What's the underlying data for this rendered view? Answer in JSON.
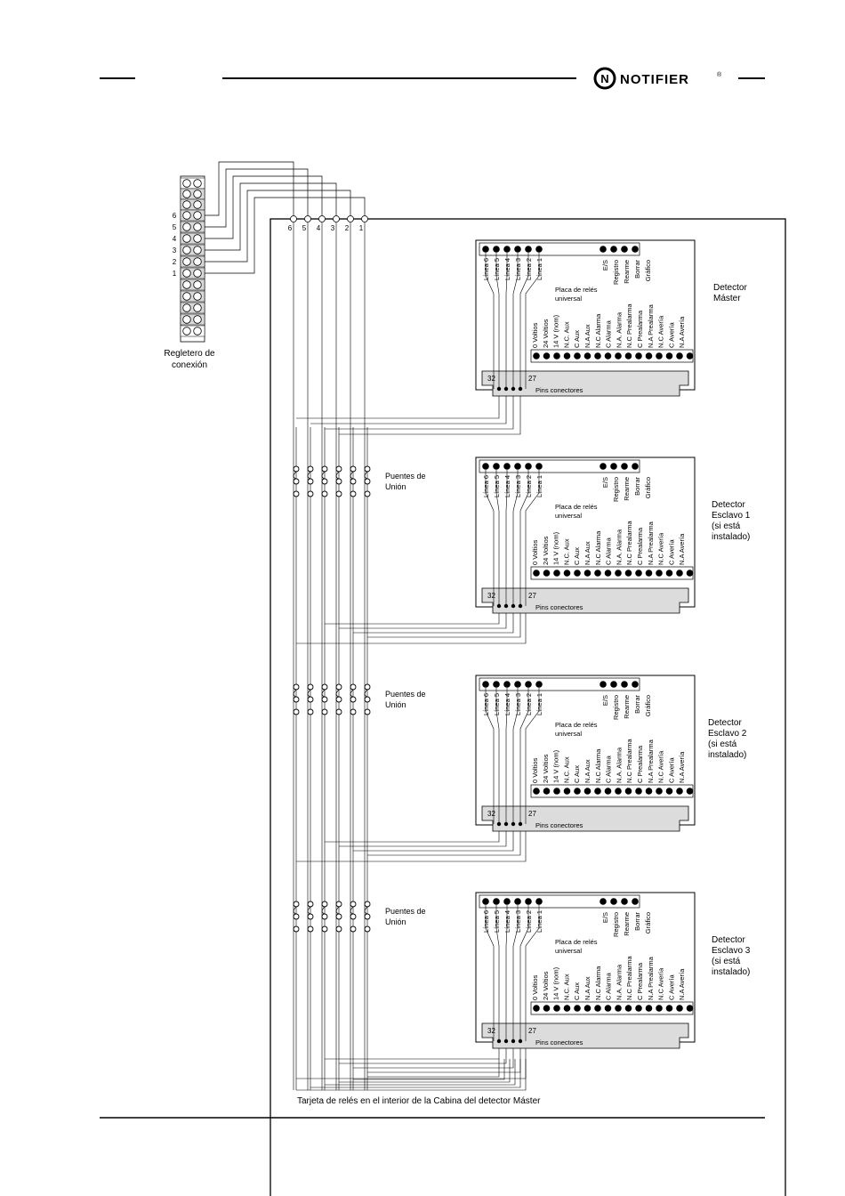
{
  "header": {
    "brand": "NOTIFIER",
    "registered_mark": "®",
    "logo_letter": "N"
  },
  "terminal_block": {
    "caption_line1": "Regletero de",
    "caption_line2": "conexión",
    "numbers": [
      "6",
      "5",
      "4",
      "3",
      "2",
      "1"
    ]
  },
  "bus_numbers": [
    "6",
    "5",
    "4",
    "3",
    "2",
    "1"
  ],
  "labels": {
    "line_labels": [
      "Línea 6",
      "Línea 5",
      "Línea 4",
      "Línea 3",
      "Línea 2",
      "Línea 1"
    ],
    "side_labels": [
      "E/S",
      "Registro",
      "Rearme",
      "Borrar",
      "Gráfico"
    ],
    "board_line1": "Placa de relés",
    "board_line2": "universal",
    "contact_labels": [
      "0 Voltios",
      "24 Voltios",
      "14 V (nom)",
      "N.C. Aux",
      "C Aux",
      "N.A Aux",
      "N.C Alarma",
      "C Alarma",
      "N.A. Alarma",
      "N.C Prealarma",
      "C Prealarma",
      "N.A Prealarma",
      "N.C Avería",
      "C Avería",
      "N.A Avería"
    ],
    "connector_left": "32",
    "connector_right": "27",
    "connector_label": "Pins conectores",
    "jumper_line1": "Puentes de",
    "jumper_line2": "Unión"
  },
  "detectors": [
    {
      "title": [
        "Detector",
        "Máster"
      ]
    },
    {
      "title": [
        "Detector",
        "Esclavo 1",
        "(si está",
        "instalado)"
      ]
    },
    {
      "title": [
        "Detector",
        "Esclavo 2",
        "(si está",
        "instalado)"
      ]
    },
    {
      "title": [
        "Detector",
        "Esclavo 3",
        "(si está",
        "instalado)"
      ]
    }
  ],
  "footer_caption": "Tarjeta de relés en el interior de la Cabina del detector Máster"
}
